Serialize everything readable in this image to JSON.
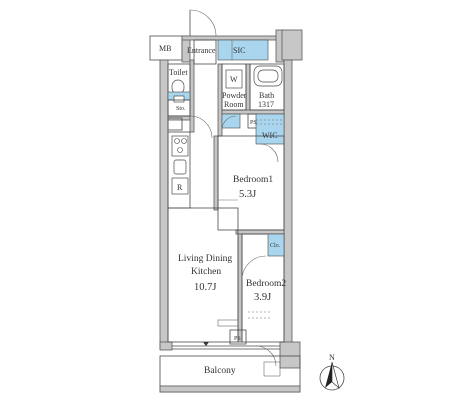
{
  "rooms": {
    "mb": "MB",
    "entrance": "Entrance",
    "sic": "SIC",
    "toilet": "Toilet",
    "washer_w": "W",
    "powder_room_line1": "Powder",
    "powder_room_line2": "Room",
    "bath_line1": "Bath",
    "bath_line2": "1317",
    "sto": "Sto.",
    "ps_upper": "PS",
    "wic": "WIC",
    "refrigerator": "R",
    "bedroom1_name": "Bedroom1",
    "bedroom1_size": "5.3J",
    "ldk_line1": "Living Dining",
    "ldk_line2": "Kitchen",
    "ldk_size": "10.7J",
    "bedroom2_name": "Bedroom2",
    "bedroom2_size": "3.9J",
    "closet": "Clo.",
    "ps_lower": "PS",
    "balcony": "Balcony"
  },
  "compass": {
    "north_label": "N"
  },
  "colors": {
    "wall_fill": "#c7c7c7",
    "storage_blue": "#a9d6ee",
    "line": "#4a4a4a"
  }
}
